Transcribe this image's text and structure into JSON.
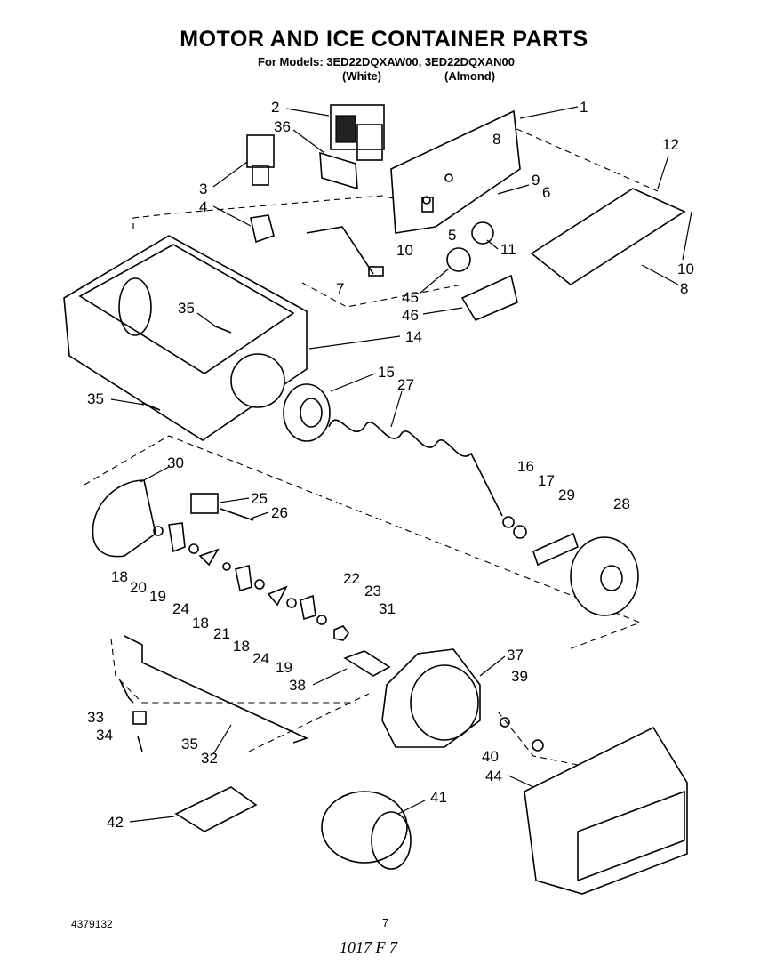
{
  "header": {
    "title": "MOTOR AND ICE CONTAINER PARTS",
    "models": "For Models: 3ED22DQXAW00, 3ED22DQXAN00",
    "variant_white": "(White)",
    "variant_almond": "(Almond)"
  },
  "callouts": [
    "1",
    "2",
    "36",
    "3",
    "4",
    "8",
    "9",
    "6",
    "12",
    "10",
    "5",
    "11",
    "7",
    "10",
    "8",
    "45",
    "46",
    "35",
    "14",
    "35",
    "15",
    "27",
    "30",
    "25",
    "26",
    "16",
    "17",
    "29",
    "28",
    "18",
    "20",
    "19",
    "24",
    "18",
    "21",
    "18",
    "24",
    "19",
    "22",
    "23",
    "31",
    "37",
    "38",
    "39",
    "33",
    "34",
    "35",
    "32",
    "40",
    "44",
    "42",
    "41"
  ],
  "footer": {
    "doc_number": "4379132",
    "page_number": "7",
    "handwritten_note": "1017 F 7"
  }
}
